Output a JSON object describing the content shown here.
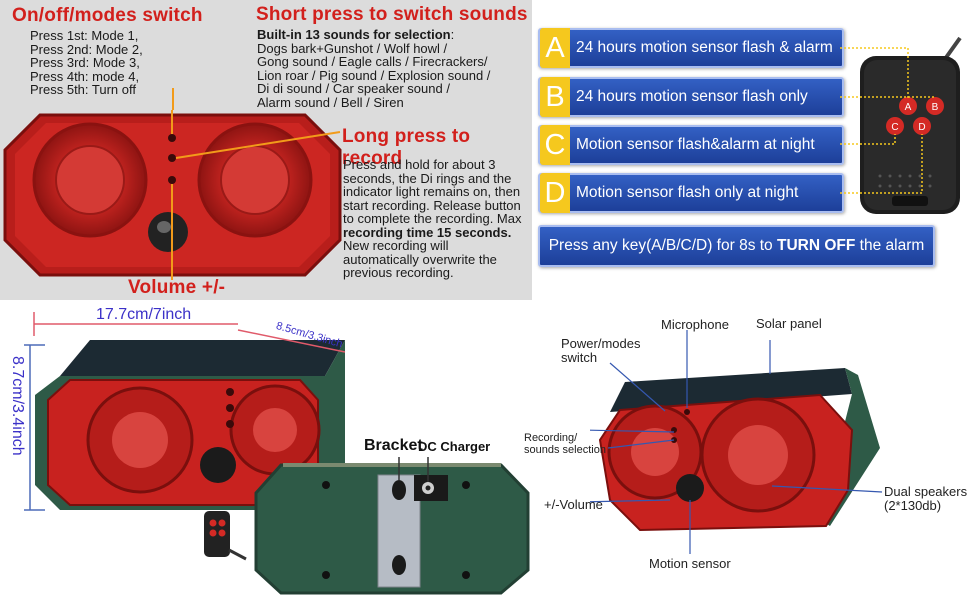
{
  "top_left": {
    "switch_title": "On/off/modes switch",
    "press_list": [
      "Press 1st: Mode 1,",
      "Press 2nd: Mode 2,",
      "Press 3rd: Mode 3,",
      "Press 4th: mode 4,",
      "Press 5th: Turn off"
    ],
    "short_press_title": "Short press to switch sounds",
    "builtin_title": "Built-in 13 sounds for selection",
    "builtin_colon": ":",
    "sounds_lines": [
      "Dogs bark+Gunshot / Wolf howl /",
      "Gong sound / Eagle calls / Firecrackers/",
      "Lion roar / Pig sound / Explosion sound /",
      "Di di sound / Car speaker sound /",
      "Alarm sound / Bell / Siren"
    ],
    "long_press_title": "Long press to record",
    "record_lines": [
      "Press and hold for about 3",
      "seconds, the Di rings and the",
      "indicator light remains on, then",
      "start recording. Release button",
      "to complete the recording. Max",
      "recording time 15 seconds."
    ],
    "overwrite_lines": [
      "New recording will",
      "automatically overwrite the",
      "previous recording."
    ],
    "volume_label": "Volume +/-"
  },
  "remote_modes": [
    {
      "letter": "A",
      "text": "24 hours motion sensor flash & alarm"
    },
    {
      "letter": "B",
      "text": "24 hours motion sensor flash only"
    },
    {
      "letter": "C",
      "text": "Motion sensor flash&alarm at night"
    },
    {
      "letter": "D",
      "text": "Motion sensor flash only at night"
    }
  ],
  "remote_buttons": [
    "A",
    "B",
    "C",
    "D"
  ],
  "turn_off": {
    "prefix": "Press any key(A/B/C/D) for 8s to ",
    "bold": "TURN OFF",
    "suffix": " the alarm"
  },
  "dimensions": {
    "width": "17.7cm/7inch",
    "depth": "8.5cm/3.3inch",
    "height": "8.7cm/3.4inch"
  },
  "back_view": {
    "bracket_label": "Bracket",
    "charger_label": "DC Charger"
  },
  "callouts": {
    "microphone": "Microphone",
    "solar_panel": "Solar panel",
    "power_switch": [
      "Power/modes",
      "switch"
    ],
    "recording": [
      "Recording/",
      "sounds selection"
    ],
    "volume": "+/-Volume",
    "dual_speakers": [
      "Dual speakers",
      "(2*130db)"
    ],
    "motion_sensor": "Motion sensor"
  },
  "colors": {
    "accent_red": "#d2201c",
    "bar_blue": "#2a4fb3",
    "letter_yellow": "#f5c81e",
    "dim_blue": "#3b31c8",
    "device_red": "#c8221f",
    "device_green": "#2e5a47"
  }
}
